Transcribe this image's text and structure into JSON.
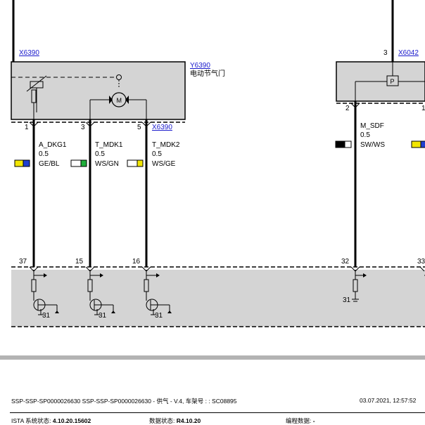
{
  "connectors": {
    "x6390_top": "X6390",
    "x6390_bottom": "X6390",
    "x6042": "X6042"
  },
  "component": {
    "id": "Y6390",
    "name": "电动节气门"
  },
  "pins": {
    "p1": "1",
    "p3": "3",
    "p5": "5",
    "p2": "2",
    "p3_right": "3",
    "p1_right": "1",
    "p37": "37",
    "p15": "15",
    "p16": "16",
    "p32": "32",
    "p33": "33",
    "g31a": "31",
    "g31b": "31",
    "g31c": "31",
    "g31d": "31"
  },
  "wires": [
    {
      "name": "A_DKG1",
      "size": "0.5",
      "color_code": "GE/BL",
      "colors": [
        "#f2e600",
        "#1f3fd0"
      ]
    },
    {
      "name": "T_MDK1",
      "size": "0.5",
      "color_code": "WS/GN",
      "colors": [
        "#ffffff",
        "#1fae3a"
      ]
    },
    {
      "name": "T_MDK2",
      "size": "0.5",
      "color_code": "WS/GE",
      "colors": [
        "#ffffff",
        "#f2e600"
      ]
    },
    {
      "name": "M_SDF",
      "size": "0.5",
      "color_code": "SW/WS",
      "colors": [
        "#000000",
        "#ffffff"
      ]
    }
  ],
  "partial_swatch_colors": [
    "#f2e600",
    "#1f3fd0"
  ],
  "motor_label": "M",
  "relay_label": "P",
  "footer": {
    "doc_line": "SSP-SSP-SP0000026630 SSP-SSP-SP0000026630 - 供气 - V.4, 车架号 : : SC08895",
    "datetime": "03.07.2021, 12:57:52",
    "ista_label": "ISTA 系统状态:",
    "ista_value": "4.10.20.15602",
    "data_label": "数据状态:",
    "data_value": "R4.10.20",
    "prog_label": "编程数据:",
    "prog_value": "-"
  }
}
